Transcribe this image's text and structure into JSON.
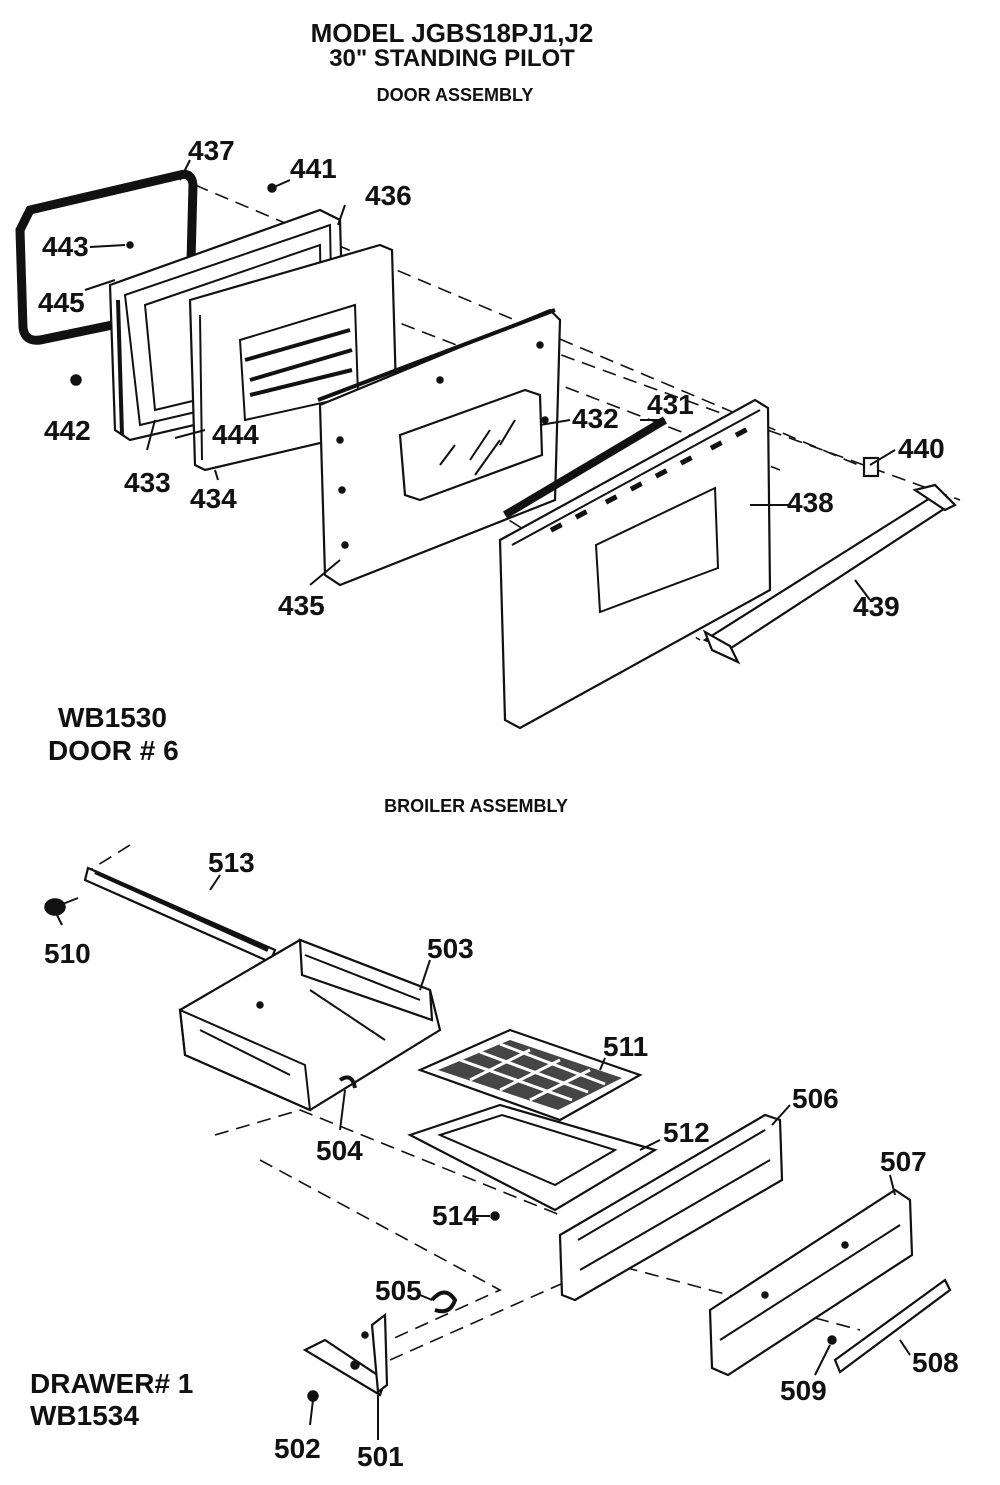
{
  "header": {
    "model": "MODEL JGBS18PJ1,J2",
    "subtitle": "30\" STANDING PILOT",
    "door_section": "DOOR ASSEMBLY",
    "broiler_section": "BROILER ASSEMBLY"
  },
  "door": {
    "kit_code": "WB1530",
    "kit_name": "DOOR # 6",
    "labels": {
      "p437": "437",
      "p441": "441",
      "p436": "436",
      "p443": "443",
      "p445": "445",
      "p442": "442",
      "p433": "433",
      "p444": "444",
      "p434": "434",
      "p432": "432",
      "p431": "431",
      "p440": "440",
      "p438": "438",
      "p439": "439",
      "p435": "435"
    }
  },
  "broiler": {
    "kit_code": "WB1534",
    "kit_name": "DRAWER# 1",
    "labels": {
      "p513": "513",
      "p510": "510",
      "p503": "503",
      "p511": "511",
      "p506": "506",
      "p504": "504",
      "p512": "512",
      "p514": "514",
      "p507": "507",
      "p505": "505",
      "p508": "508",
      "p509": "509",
      "p502": "502",
      "p501": "501"
    }
  }
}
